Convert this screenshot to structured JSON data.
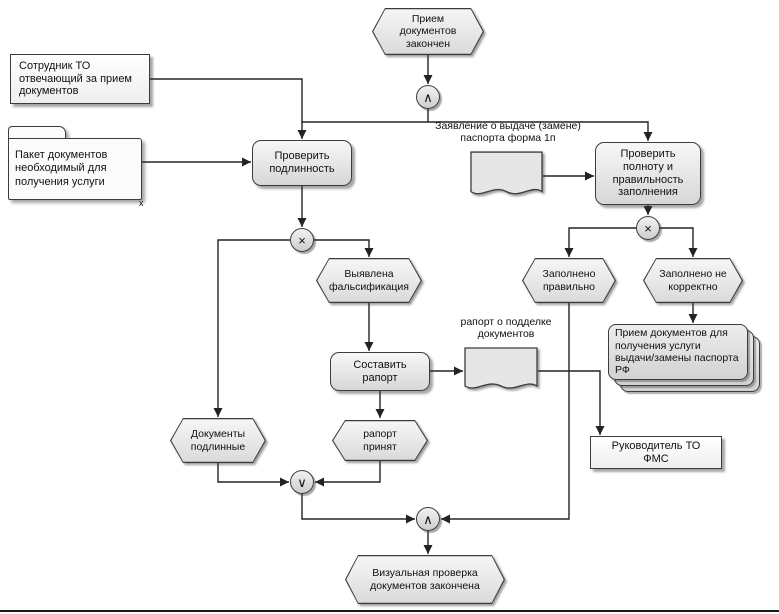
{
  "diagram": {
    "colors": {
      "border": "#3c3c3c",
      "line": "#232323",
      "fill_light": "#f6f6f6",
      "fill_dark": "#d7d7d7",
      "shadow": "#8f8f8f"
    },
    "nodes": {
      "ev_top": {
        "label": "Прием документов закончен"
      },
      "org_sotrudnik": {
        "label": "Сотрудник ТО отвечающий за прием документов"
      },
      "folder_paket": {
        "label": "Пакет документов необходимый для получения услуги",
        "corner_mark": "х"
      },
      "fn_podlinnost": {
        "label": "Проверить подлинность"
      },
      "doc_zayavlenie": {
        "label": "Заявление о выдаче (замене) паспорта форма 1п"
      },
      "fn_polnota": {
        "label": "Проверить полноту и правильность заполнения"
      },
      "ev_falsif": {
        "label": "Выявлена фальсификация"
      },
      "ev_zap_prav": {
        "label": "Заполнено правильно"
      },
      "ev_zap_nekorr": {
        "label": "Заполнено не корректно"
      },
      "pi_priem": {
        "label": "Прием документов для получения услуги выдачи/замены паспорта РФ"
      },
      "fn_sostavit": {
        "label": "Составить рапорт"
      },
      "doc_raport": {
        "label": "рапорт о подделке документов"
      },
      "ev_dok_podl": {
        "label": "Документы подлинные"
      },
      "ev_raport_prinyat": {
        "label": "рапорт принят"
      },
      "org_rukovoditel": {
        "label": "Руководитель ТО ФМС"
      },
      "ev_final": {
        "label": "Визуальная проверка документов закончена"
      },
      "gw_and_top": {
        "symbol": "∧"
      },
      "gw_xor_left": {
        "symbol": "×"
      },
      "gw_xor_right": {
        "symbol": "×"
      },
      "gw_or": {
        "symbol": "∨"
      },
      "gw_and_bottom": {
        "symbol": "∧"
      }
    },
    "edges": [
      "ev_top→gw_and_top",
      "gw_and_top→fn_podlinnost",
      "gw_and_top→fn_polnota",
      "org_sotrudnik→fn_podlinnost",
      "folder_paket→fn_podlinnost",
      "fn_podlinnost→gw_xor_left",
      "gw_xor_left→ev_dok_podl",
      "gw_xor_left→ev_falsif",
      "ev_falsif→fn_sostavit",
      "doc_zayavlenie→fn_polnota",
      "fn_polnota→gw_xor_right",
      "gw_xor_right→ev_zap_prav",
      "gw_xor_right→ev_zap_nekorr",
      "ev_zap_nekorr→pi_priem",
      "ev_zap_prav→gw_and_bottom",
      "fn_sostavit→doc_raport",
      "doc_raport→org_rukovoditel",
      "fn_sostavit→ev_raport_prinyat",
      "ev_raport_prinyat→gw_or",
      "ev_dok_podl→gw_or",
      "gw_or→gw_and_bottom",
      "gw_and_bottom→ev_final"
    ]
  }
}
